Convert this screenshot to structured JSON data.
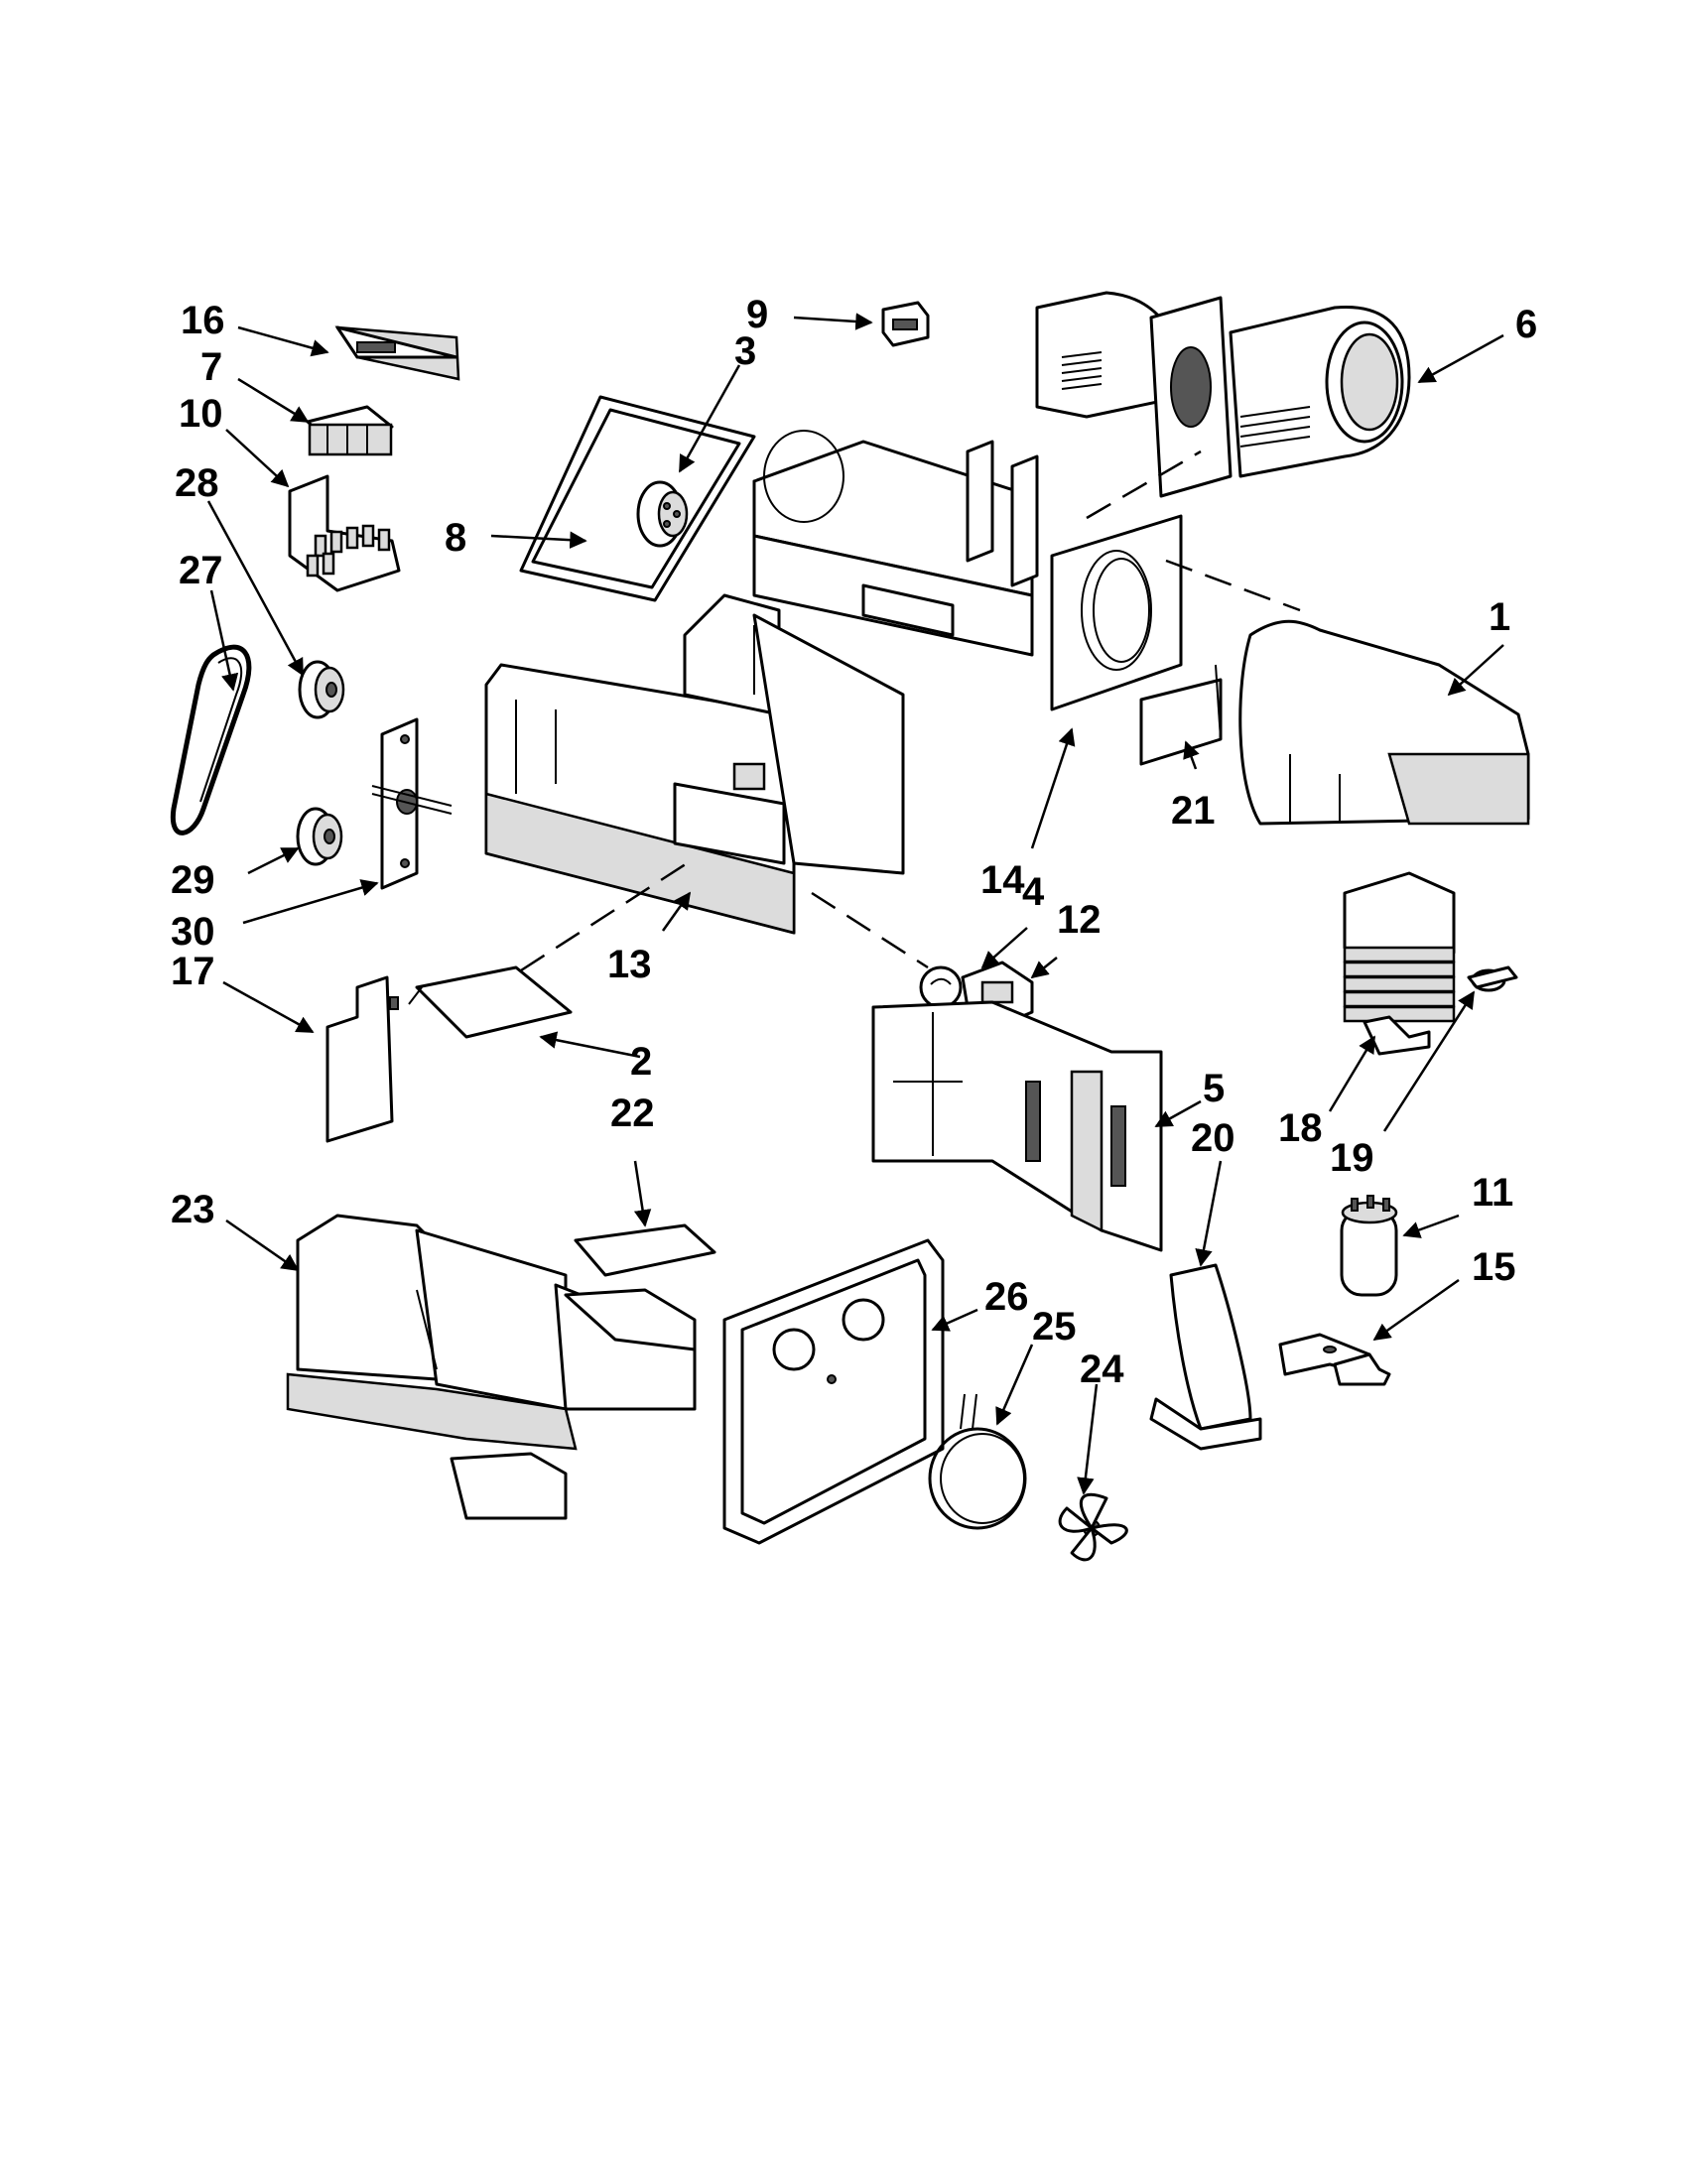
{
  "callouts": [
    {
      "id": "c1",
      "label": "1"
    },
    {
      "id": "c2",
      "label": "2"
    },
    {
      "id": "c3",
      "label": "3"
    },
    {
      "id": "c4",
      "label": "4"
    },
    {
      "id": "c5",
      "label": "5"
    },
    {
      "id": "c6",
      "label": "6"
    },
    {
      "id": "c7",
      "label": "7"
    },
    {
      "id": "c8",
      "label": "8"
    },
    {
      "id": "c9",
      "label": "9"
    },
    {
      "id": "c10",
      "label": "10"
    },
    {
      "id": "c11",
      "label": "11"
    },
    {
      "id": "c12",
      "label": "12"
    },
    {
      "id": "c13",
      "label": "13"
    },
    {
      "id": "c14",
      "label": "14"
    },
    {
      "id": "c15",
      "label": "15"
    },
    {
      "id": "c16",
      "label": "16"
    },
    {
      "id": "c17",
      "label": "17"
    },
    {
      "id": "c18",
      "label": "18"
    },
    {
      "id": "c19",
      "label": "19"
    },
    {
      "id": "c20",
      "label": "20"
    },
    {
      "id": "c21",
      "label": "21"
    },
    {
      "id": "c22",
      "label": "22"
    },
    {
      "id": "c23",
      "label": "23"
    },
    {
      "id": "c24",
      "label": "24"
    },
    {
      "id": "c25",
      "label": "25"
    },
    {
      "id": "c26",
      "label": "26"
    },
    {
      "id": "c27",
      "label": "27"
    },
    {
      "id": "c28",
      "label": "28"
    },
    {
      "id": "c29",
      "label": "29"
    },
    {
      "id": "c30",
      "label": "30"
    }
  ],
  "colors": {
    "line": "#000000",
    "background": "#ffffff",
    "shade": "#dcdcdc"
  }
}
